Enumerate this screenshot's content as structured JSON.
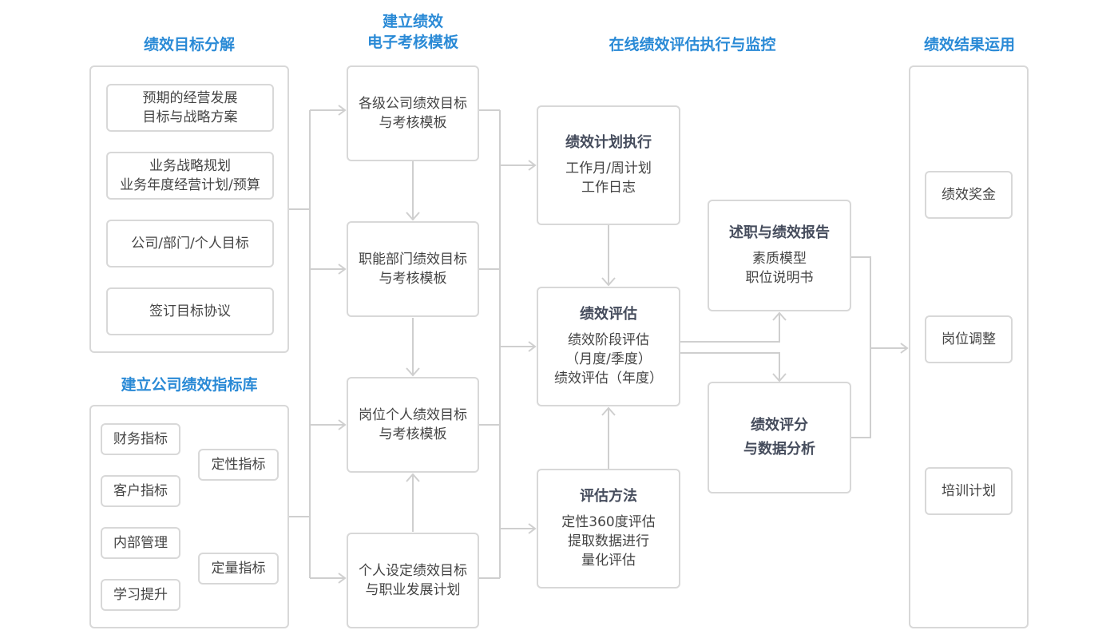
{
  "titles": {
    "decompose": "绩效目标分解",
    "template_l1": "建立绩效",
    "template_l2": "电子考核模板",
    "monitor": "在线绩效评估执行与监控",
    "results": "绩效结果运用",
    "indicator_lib": "建立公司绩效指标库"
  },
  "decompose": {
    "b1": [
      "预期的经营发展",
      "目标与战略方案"
    ],
    "b2": [
      "业务战略规划",
      "业务年度经营计划/预算"
    ],
    "b3": "公司/部门/个人目标",
    "b4": "签订目标协议"
  },
  "indicators": {
    "finance": "财务指标",
    "customer": "客户指标",
    "internal": "内部管理",
    "learning": "学习提升",
    "qualitative": "定性指标",
    "quantitative": "定量指标"
  },
  "templates": {
    "t1": [
      "各级公司绩效目标",
      "与考核模板"
    ],
    "t2": [
      "职能部门绩效目标",
      "与考核模板"
    ],
    "t3": [
      "岗位个人绩效目标",
      "与考核模板"
    ],
    "t4": [
      "个人设定绩效目标",
      "与职业发展计划"
    ]
  },
  "execution": {
    "plan": {
      "head": "绩效计划执行",
      "lines": [
        "工作月/周计划",
        "工作日志"
      ]
    },
    "eval": {
      "head": "绩效评估",
      "lines": [
        "绩效阶段评估",
        "（月度/季度）",
        "绩效评估（年度）"
      ]
    },
    "method": {
      "head": "评估方法",
      "lines": [
        "定性360度评估",
        "提取数据进行",
        "量化评估"
      ]
    },
    "report": {
      "head": "述职与绩效报告",
      "lines": [
        "素质模型",
        "职位说明书"
      ]
    },
    "score": {
      "lines": [
        "绩效评分",
        "与数据分析"
      ]
    }
  },
  "results": {
    "bonus": "绩效奖金",
    "adjust": "岗位调整",
    "training": "培训计划"
  }
}
